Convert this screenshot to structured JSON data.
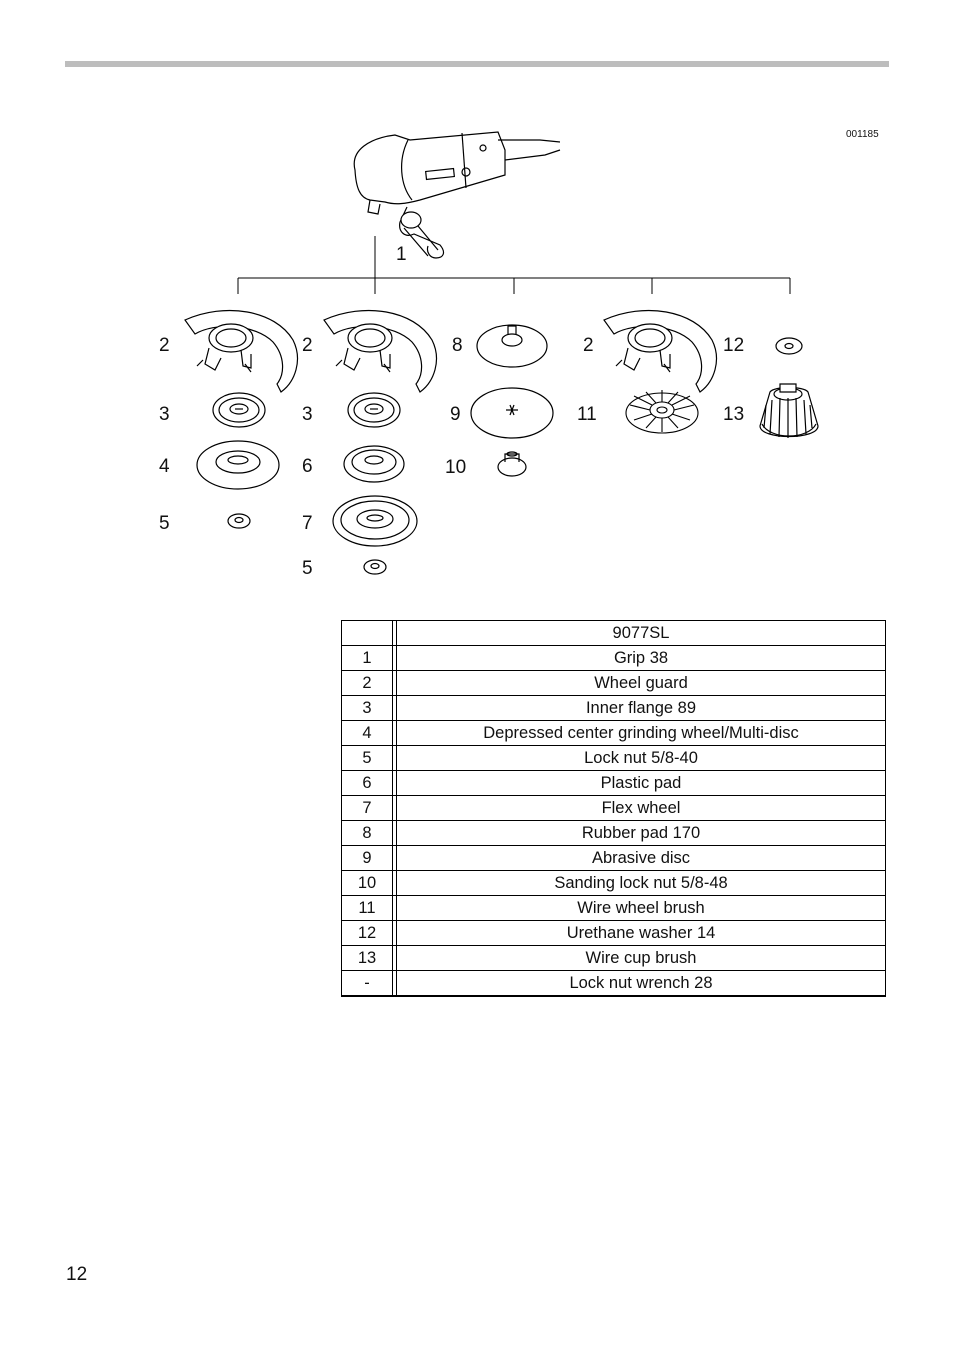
{
  "figure_code": "001185",
  "callouts": {
    "c1": "1",
    "c2a": "2",
    "c3a": "3",
    "c4": "4",
    "c5a": "5",
    "c2b": "2",
    "c3b": "3",
    "c6": "6",
    "c7": "7",
    "c5b": "5",
    "c8": "8",
    "c9": "9",
    "c10": "10",
    "c2c": "2",
    "c11": "11",
    "c12": "12",
    "c13": "13"
  },
  "table": {
    "model": "9077SL",
    "rows": [
      {
        "num": "1",
        "desc": "Grip 38"
      },
      {
        "num": "2",
        "desc": "Wheel guard"
      },
      {
        "num": "3",
        "desc": "Inner flange 89"
      },
      {
        "num": "4",
        "desc": "Depressed center grinding wheel/Multi-disc"
      },
      {
        "num": "5",
        "desc": "Lock nut 5/8-40"
      },
      {
        "num": "6",
        "desc": "Plastic pad"
      },
      {
        "num": "7",
        "desc": "Flex wheel"
      },
      {
        "num": "8",
        "desc": "Rubber pad 170"
      },
      {
        "num": "9",
        "desc": "Abrasive disc"
      },
      {
        "num": "10",
        "desc": "Sanding lock nut 5/8-48"
      },
      {
        "num": "11",
        "desc": "Wire wheel brush"
      },
      {
        "num": "12",
        "desc": "Urethane washer 14"
      },
      {
        "num": "13",
        "desc": "Wire cup brush"
      },
      {
        "num": "-",
        "desc": "Lock nut wrench 28"
      }
    ]
  },
  "page_number": "12"
}
